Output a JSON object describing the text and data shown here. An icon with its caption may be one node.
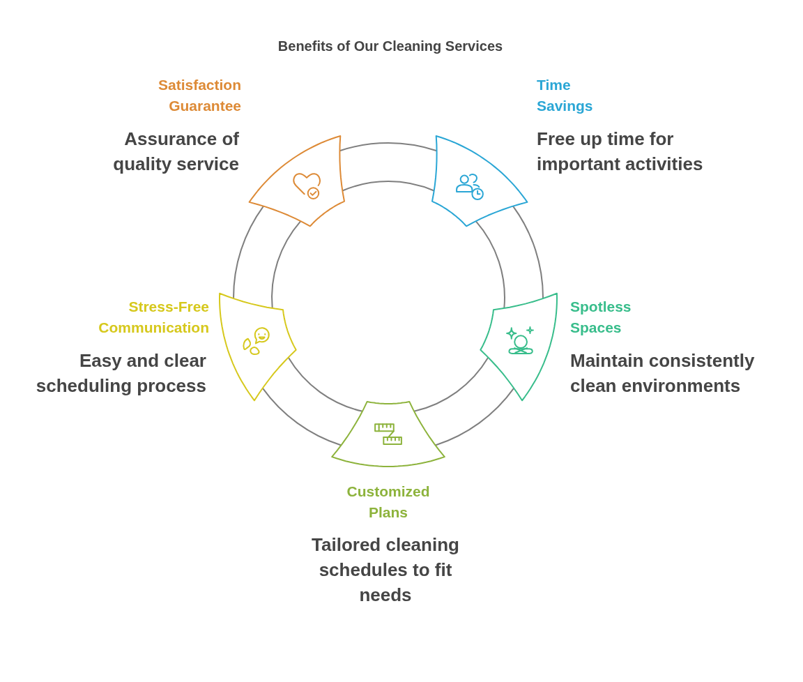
{
  "diagram": {
    "title": "Benefits of Our Cleaning Services",
    "nodes": [
      {
        "text": [
          "Satisfaction Guarantee",
          "Assurance of quality service"
        ]
      },
      {
        "text": [
          "Time Savings",
          "Free up time for important activities"
        ]
      },
      {
        "text": [
          "Stress-Free Communication",
          "Easy and clear scheduling process"
        ]
      },
      {
        "text": [
          "Spotless Spaces",
          "Maintain consistently clean environments"
        ]
      },
      {
        "text": [
          "Customized Plans",
          "Tailored cleaning schedules to fit needs"
        ]
      }
    ],
    "edges": [
      {
        "from": 0,
        "to": 1,
        "arrow": "none"
      },
      {
        "from": 1,
        "to": 3,
        "arrow": "none"
      },
      {
        "from": 3,
        "to": 4,
        "arrow": "none"
      },
      {
        "from": 4,
        "to": 2,
        "arrow": "none"
      },
      {
        "from": 2,
        "to": 0,
        "arrow": "none"
      }
    ]
  }
}
